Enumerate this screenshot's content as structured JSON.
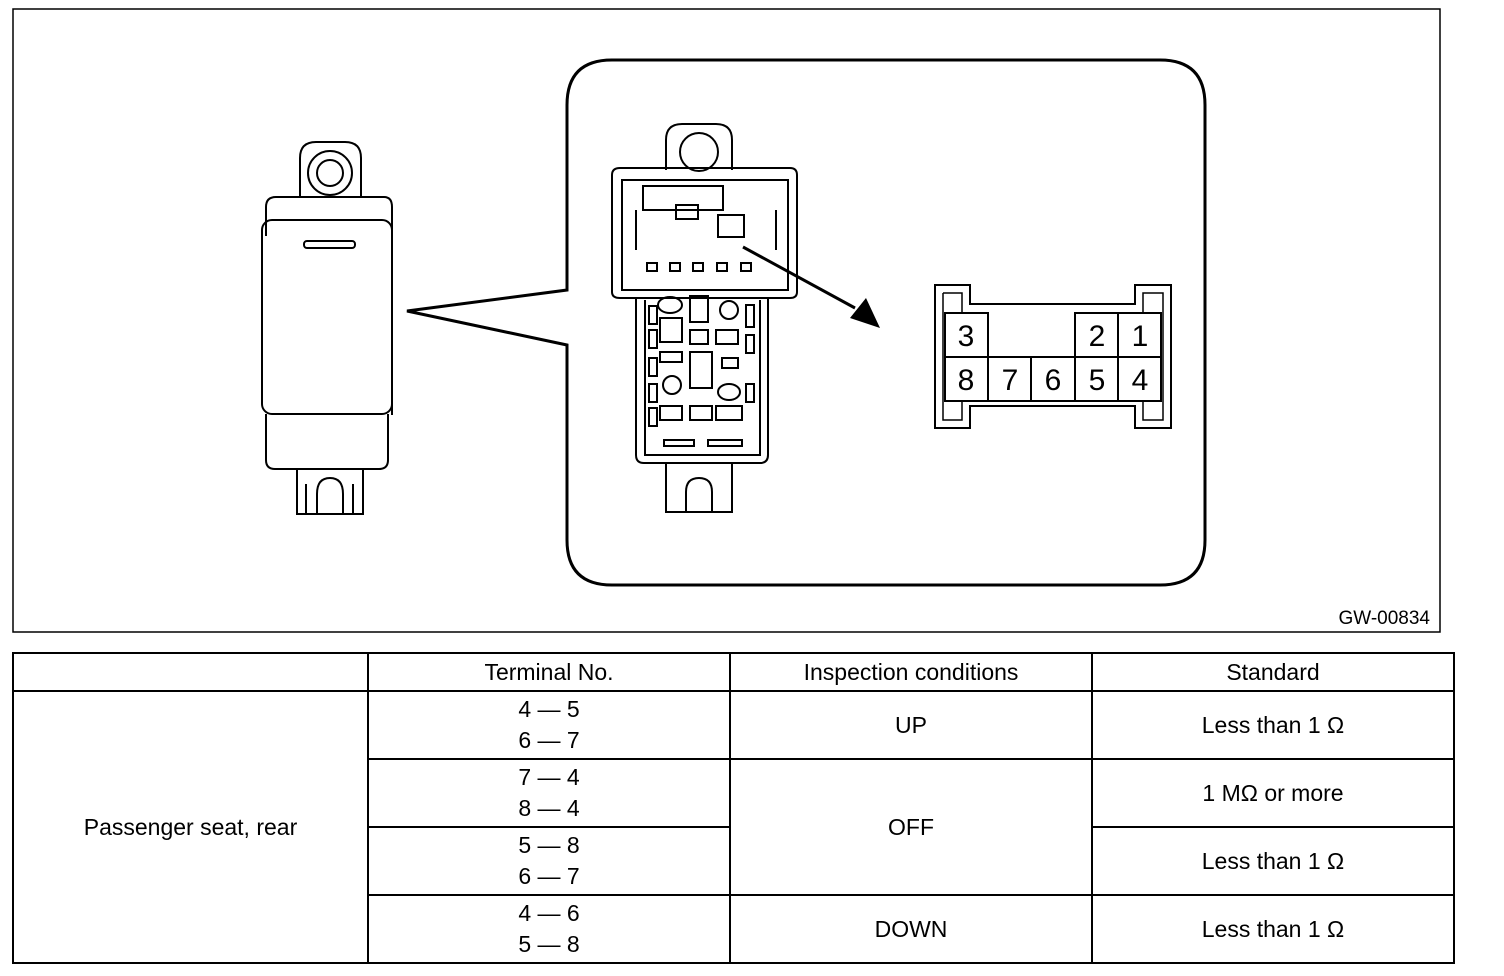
{
  "figure": {
    "code": "GW-00834",
    "connector_pins_top": [
      "3",
      "2",
      "1"
    ],
    "connector_pins_bottom": [
      "8",
      "7",
      "6",
      "5",
      "4"
    ]
  },
  "table": {
    "headers": [
      "",
      "Terminal No.",
      "Inspection conditions",
      "Standard"
    ],
    "item": "Passenger seat, rear",
    "rows": [
      {
        "terminals": [
          "4 — 5",
          "6 — 7"
        ],
        "condition": "UP",
        "standard": "Less than 1 Ω"
      },
      {
        "terminals": [
          "7 — 4",
          "8 — 4"
        ],
        "condition": "OFF",
        "standard": "1 MΩ or more"
      },
      {
        "terminals": [
          "5 — 8",
          "6 — 7"
        ],
        "condition": "OFF",
        "standard": "Less than 1 Ω"
      },
      {
        "terminals": [
          "4 — 6",
          "5 — 8"
        ],
        "condition": "DOWN",
        "standard": "Less than 1 Ω"
      }
    ]
  }
}
